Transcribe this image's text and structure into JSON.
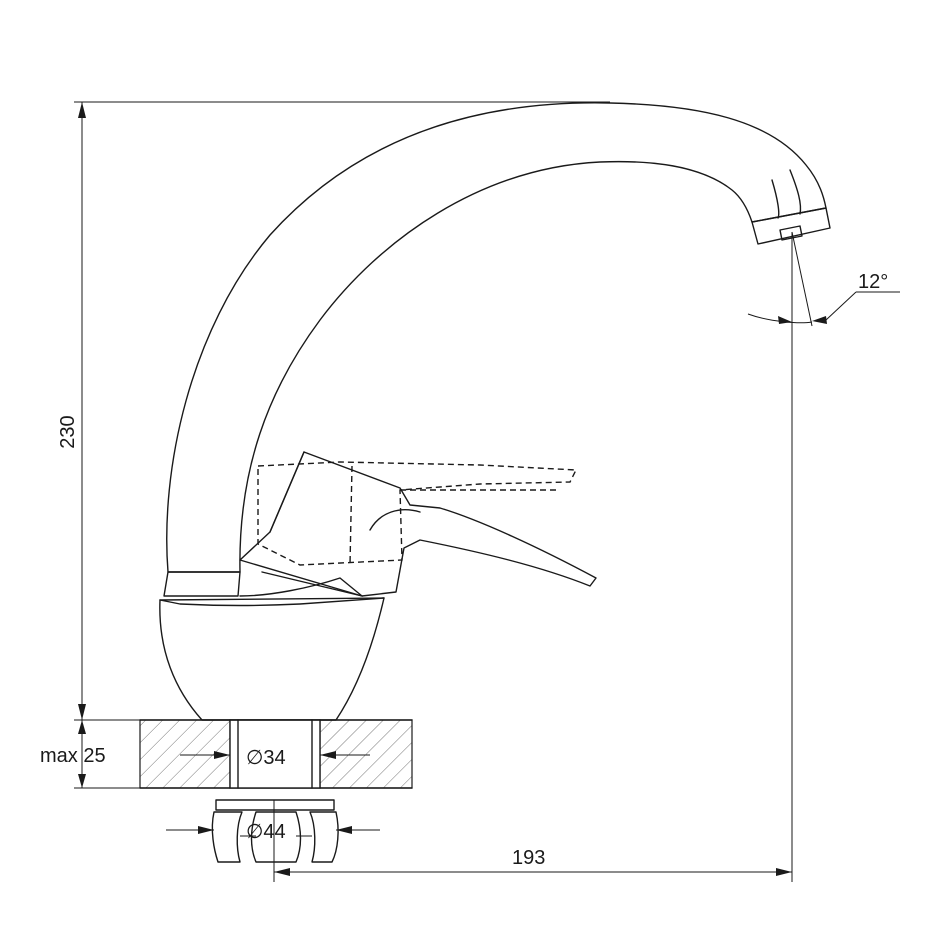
{
  "dimensions": {
    "height_total": "230",
    "max_thickness": "max 25",
    "hole_diameter": "∅34",
    "nut_diameter": "∅44",
    "reach": "193",
    "spout_angle": "12°"
  },
  "colors": {
    "line": "#1a1a1a",
    "hatch": "#555555",
    "background": "#ffffff"
  }
}
